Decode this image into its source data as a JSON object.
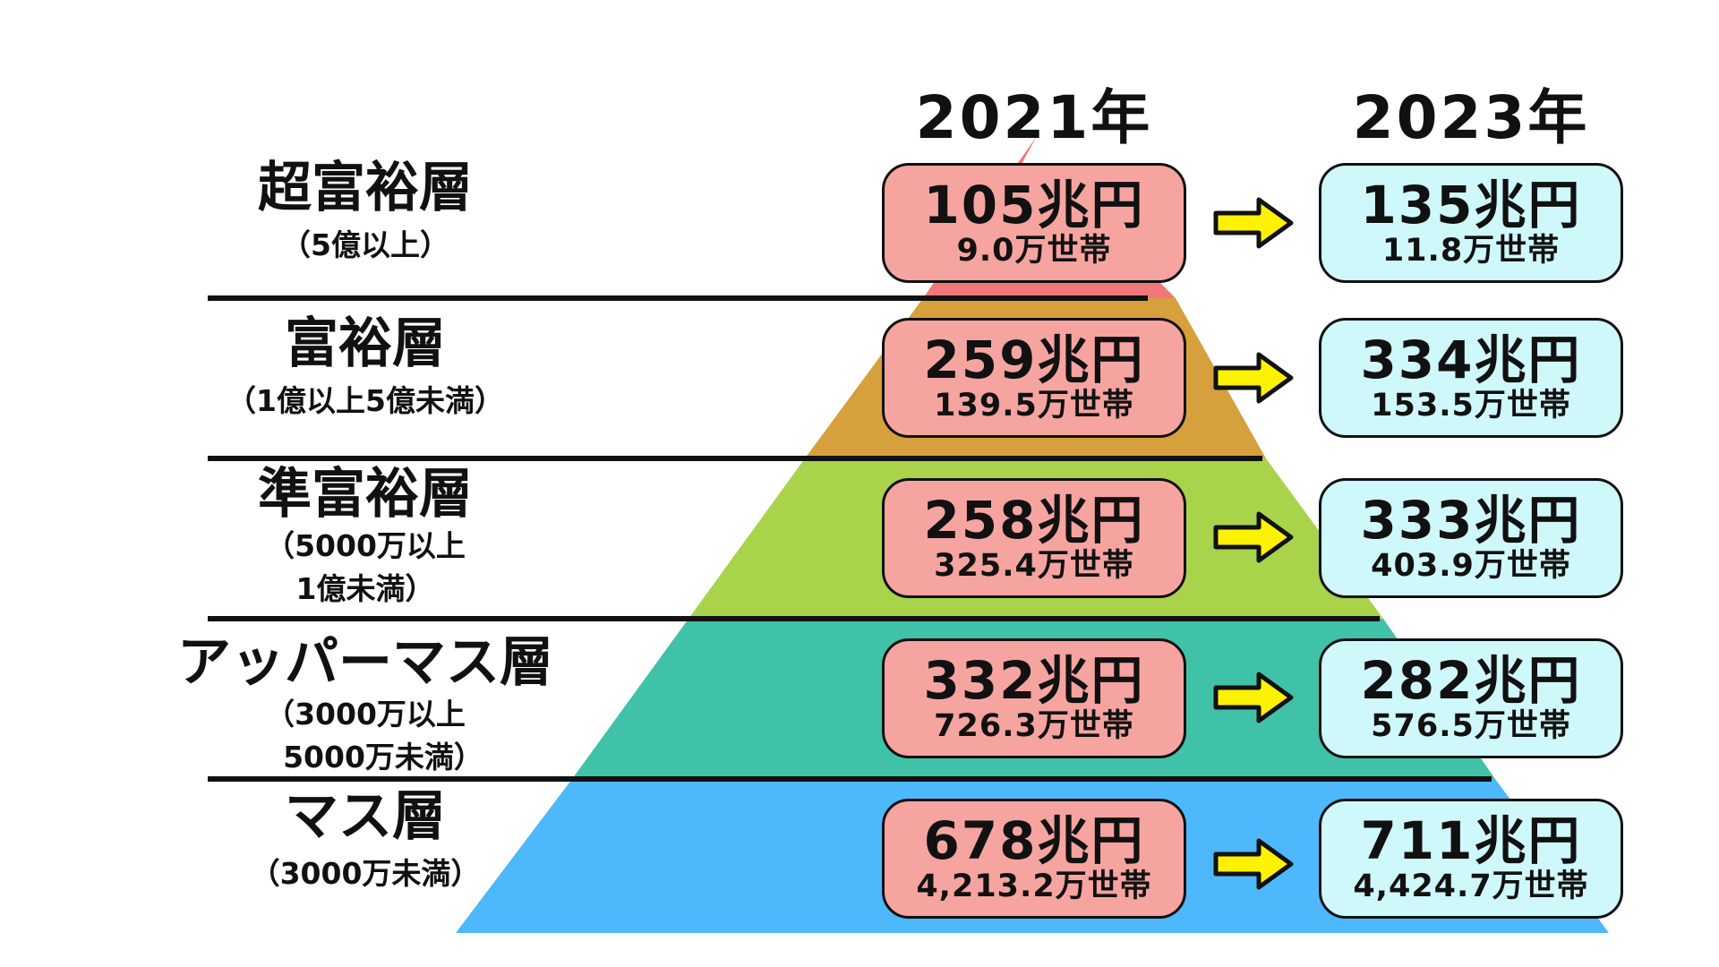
{
  "headings": {
    "year_2021": "2021年",
    "year_2023": "2023年"
  },
  "colors": {
    "tier_top": "#f0777a",
    "tier_2": "#d6a03c",
    "tier_3": "#a8d34a",
    "tier_4": "#40c2a8",
    "tier_5": "#4db8fb",
    "box_2021": "#f6a4a0",
    "box_2023": "#cff8fb",
    "arrow": "#fff200"
  },
  "tiers": [
    {
      "name": "超富裕層",
      "range": "（5億以上）",
      "y2021": {
        "amount": "105兆円",
        "households": "9.0万世帯"
      },
      "y2023": {
        "amount": "135兆円",
        "households": "11.8万世帯"
      }
    },
    {
      "name": "富裕層",
      "range": "（1億以上5億未満）",
      "y2021": {
        "amount": "259兆円",
        "households": "139.5万世帯"
      },
      "y2023": {
        "amount": "334兆円",
        "households": "153.5万世帯"
      }
    },
    {
      "name": "準富裕層",
      "range_line1": "（5000万以上",
      "range_line2": "1億未満）",
      "y2021": {
        "amount": "258兆円",
        "households": "325.4万世帯"
      },
      "y2023": {
        "amount": "333兆円",
        "households": "403.9万世帯"
      }
    },
    {
      "name": "アッパーマス層",
      "range_line1": "（3000万以上",
      "range_line2": "5000万未満）",
      "y2021": {
        "amount": "332兆円",
        "households": "726.3万世帯"
      },
      "y2023": {
        "amount": "282兆円",
        "households": "576.5万世帯"
      }
    },
    {
      "name": "マス層",
      "range": "（3000万未満）",
      "y2021": {
        "amount": "678兆円",
        "households": "4,213.2万世帯"
      },
      "y2023": {
        "amount": "711兆円",
        "households": "4,424.7万世帯"
      }
    }
  ]
}
